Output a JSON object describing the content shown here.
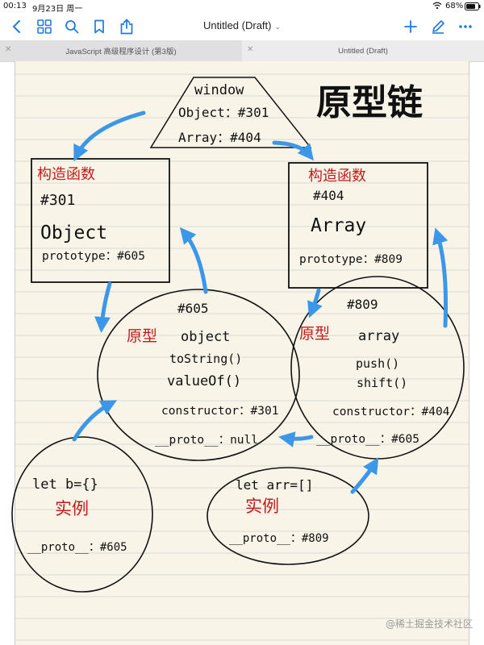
{
  "status": {
    "time": "00:13",
    "date": "9月23日 周一",
    "battery": "68%"
  },
  "toolbar": {
    "title": "Untitled (Draft)",
    "icons": [
      "back-icon",
      "grid-icon",
      "search-icon",
      "bookmark-icon",
      "share-icon",
      "add-icon",
      "pen-icon",
      "more-icon"
    ]
  },
  "tabs": [
    {
      "label": "JavaScript 高级程序设计 (第3版)",
      "active": true
    },
    {
      "label": "Untitled (Draft)",
      "active": false
    }
  ],
  "diagram": {
    "heading": "原型链",
    "window": {
      "title": "window",
      "line1": "Object：#301",
      "line2": "Array：#404"
    },
    "ctor_left": {
      "tag": "构造函数",
      "addr": "#301",
      "name": "Object",
      "proto": "prototype：#605"
    },
    "ctor_right": {
      "tag": "构造函数",
      "addr": "#404",
      "name": "Array",
      "proto": "prototype：#809"
    },
    "proto_left": {
      "addr": "#605",
      "tag": "原型",
      "name": "object",
      "m1": "toString()",
      "m2": "valueOf()",
      "ctor": "constructor：#301",
      "proto": "__proto__：null"
    },
    "proto_right": {
      "addr": "#809",
      "tag": "原型",
      "name": "array",
      "m1": "push()",
      "m2": "shift()",
      "ctor": "constructor：#404",
      "proto": "__proto__：#605"
    },
    "inst_left": {
      "code": "let b={}",
      "tag": "实例",
      "proto": "__proto__：#605"
    },
    "inst_right": {
      "code": "let arr=[]",
      "tag": "实例",
      "proto": "__proto__：#809"
    }
  },
  "watermark": "@稀土掘金技术社区",
  "colors": {
    "arrow": "#3d97e8",
    "ink": "#111111",
    "red": "#c61a1a",
    "accent": "#1f7ae0",
    "paper": "#f8f5e8",
    "rule": "#cfd2cf"
  }
}
